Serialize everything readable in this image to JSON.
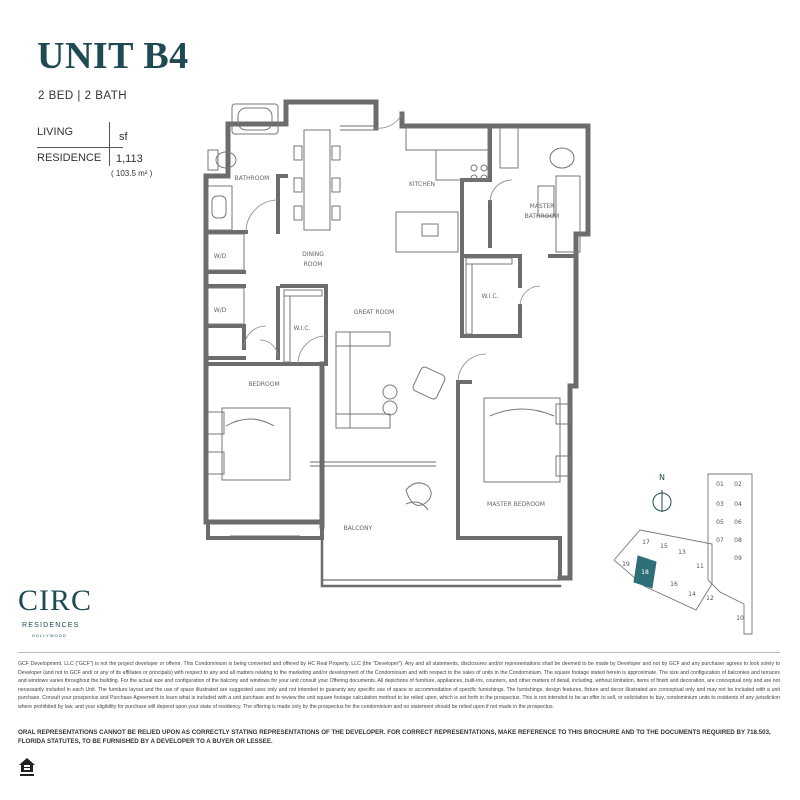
{
  "header": {
    "title": "UNIT B4",
    "subtitle": "2 BED | 2 BATH"
  },
  "area": {
    "label_line1": "LIVING",
    "label_line2": "RESIDENCE",
    "unit": "sf",
    "value": "1,113",
    "metric": "( 103.5 m² )"
  },
  "rooms": {
    "bathroom": "BATHROOM",
    "wd1": "W/D",
    "wd2": "W/D",
    "dining": "DINING",
    "dining2": "ROOM",
    "kitchen": "KITCHEN",
    "master_bath1": "MASTER",
    "master_bath2": "BATHROOM",
    "wic1": "W.I.C.",
    "wic2": "W.I.C.",
    "great_room": "GREAT ROOM",
    "bedroom": "BEDROOM",
    "master_bedroom": "MASTER BEDROOM",
    "balcony": "BALCONY"
  },
  "keyplan": {
    "north": "N",
    "units_right": [
      "01",
      "02",
      "03",
      "04",
      "05",
      "06",
      "07",
      "08",
      "09",
      "10"
    ],
    "units_curve": [
      "17",
      "15",
      "13",
      "11",
      "12",
      "14",
      "16",
      "19",
      "18"
    ],
    "highlighted": "18"
  },
  "logo": {
    "name": "CIRC",
    "sub": "RESIDENCES",
    "sub2": "HOLLYWOOD"
  },
  "footer": {
    "disclaimer": "GCF Development, LLC (\"GCF\") is not the project developer or offeror. This Condominium is being converted and offered by HC Real Property, LLC (the \"Developer\"). Any and all statements, disclosures and/or representations shall be deemed to be made by Developer and not by GCF and any purchaser agrees to look solely to Developer (and not to GCF and/ or any of its affiliates or principals) with respect to any and all matters relating to the marketing and/or development of the Condominium and with respect to the sales of units in the Condominium. The square footage stated herein is approximate. The size and configuration of balconies and terraces and windows varies throughout the building. For the actual size and configuration of the balcony and windows for your unit consult your Offering documents. All depictions of furniture, appliances, built-ins, counters, and other matters of detail, including, without limitation, items of finish and decoration, are conceptual only and are not necessarily included in each Unit. The furniture layout and the use of space illustrated are suggested uses only and not intended to guaranty any specific use of space or accommodation of specific furnishings. The furnishings, design features, fixture and decor illustrated are conceptual only and may not be included with a unit purchase. Consult your prospectus and Purchase Agreement to learn what is included with a unit purchase and to review the unit square footage calculation method to be relied upon, which is set forth in the prospectus. This is not intended to be an offer to sell, or solicitation to buy, condominium units to residents of any jurisdiction where prohibited by law, and your eligibility for purchase will depend upon your state of residency. The offering is made only by the prospectus for the condominium and no statement should be relied upon if not made in the prospectus.",
    "oral": "ORAL REPRESENTATIONS CANNOT BE RELIED UPON AS CORRECTLY STATING REPRESENTATIONS OF THE DEVELOPER. FOR CORRECT REPRESENTATIONS, MAKE REFERENCE TO THIS BROCHURE AND TO THE DOCUMENTS REQUIRED BY 718.503, FLORIDA STATUTES, TO BE FURNISHED BY A DEVELOPER TO A BUYER OR LESSEE."
  },
  "colors": {
    "brand": "#1f4a54",
    "wall": "#707070",
    "highlight": "#2f6f78"
  }
}
